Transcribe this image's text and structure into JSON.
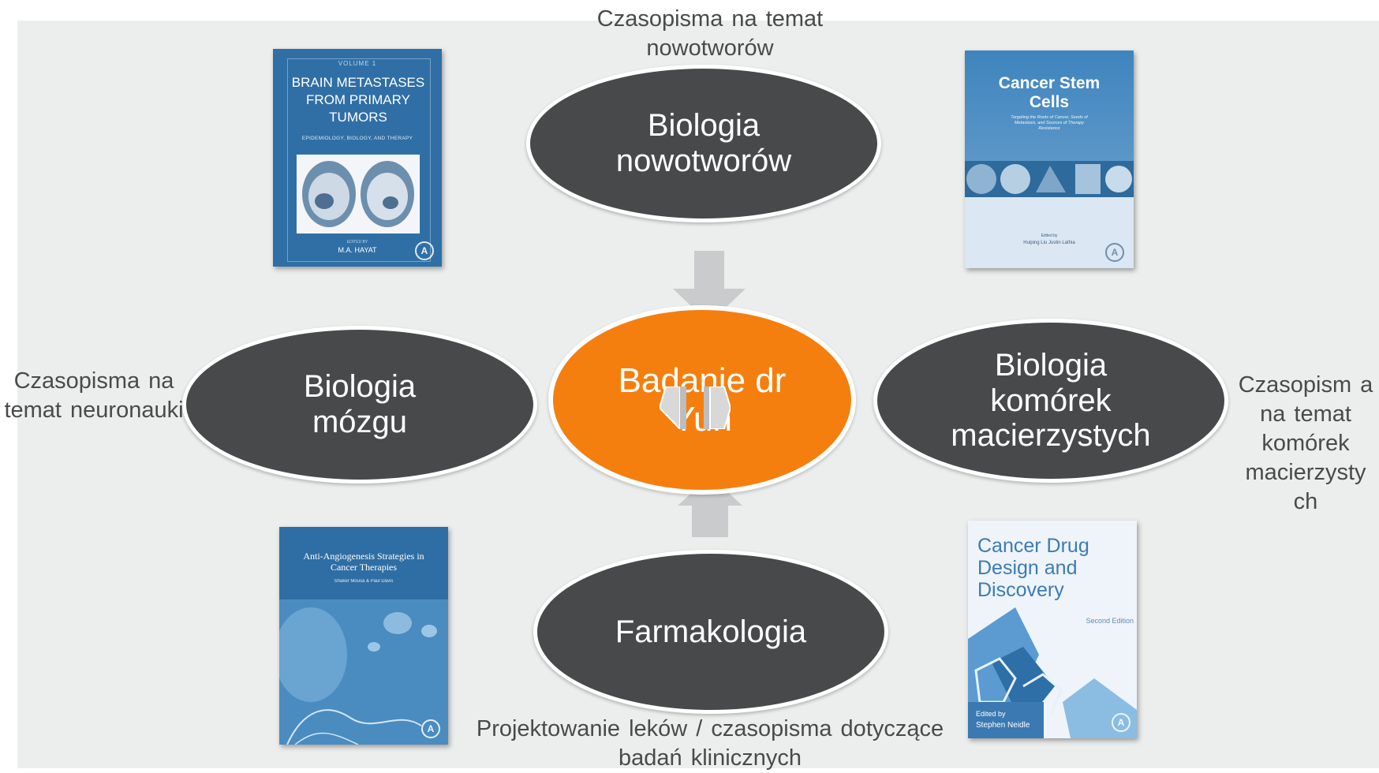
{
  "nodes": {
    "center": "Badanie dr Yun",
    "top": "Biologia nowotworów",
    "left": "Biologia mózgu",
    "right": "Biologia komórek macierzystych",
    "bottom": "Farmakologia"
  },
  "captions": {
    "top": "Czasopisma na temat nowotworów",
    "left": "Czasopisma na temat neuronauki",
    "right": "Czasopism a na temat komórek macierzysty ch",
    "bottom": "Projektowanie leków / czasopisma dotyczące badań klinicznych"
  },
  "books": {
    "brain": {
      "volume": "VOLUME 1",
      "title": "BRAIN METASTASES FROM PRIMARY TUMORS",
      "subtitle": "EPIDEMIOLOGY, BIOLOGY, AND THERAPY",
      "editor_label": "EDITED BY",
      "editor": "M.A. HAYAT"
    },
    "stem": {
      "title": "Cancer Stem Cells",
      "subtitle": "Targeting the Roots of Cancer, Seeds of Metastasis, and Sources of Therapy Resistance",
      "editor_label": "Edited by",
      "editors": "Huiping Liu Justin Lathia"
    },
    "angio": {
      "title": "Anti-Angiogenesis Strategies in Cancer Therapies",
      "authors": "Shaker Mousa & Paul Davis"
    },
    "drug": {
      "title": "Cancer Drug Design and Discovery",
      "edition": "Second Edition",
      "editor_label": "Edited by",
      "editor": "Stephen Neidle"
    }
  },
  "colors": {
    "node": "#48494b",
    "center": "#f57f0e",
    "arrow": "#c9cbcc",
    "book_blue": "#2f6ea4"
  }
}
